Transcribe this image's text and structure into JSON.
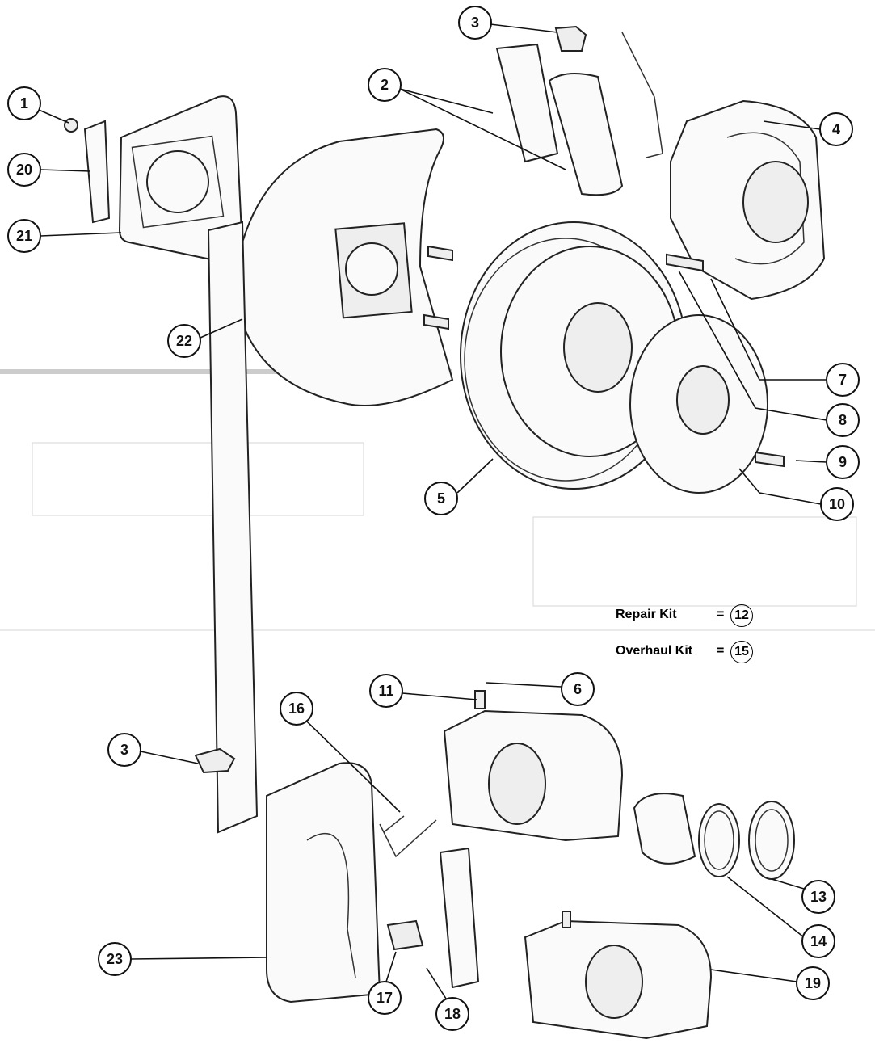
{
  "callouts": {
    "c1": "1",
    "c2": "2",
    "c3a": "3",
    "c4": "4",
    "c5": "5",
    "c6": "6",
    "c7": "7",
    "c8": "8",
    "c9": "9",
    "c10": "10",
    "c11": "11",
    "c13": "13",
    "c14": "14",
    "c16": "16",
    "c3b": "3",
    "c17": "17",
    "c18": "18",
    "c19": "19",
    "c20": "20",
    "c21": "21",
    "c22": "22",
    "c23": "23"
  },
  "kits": [
    {
      "label": "Repair Kit",
      "equals": "=",
      "number": "12"
    },
    {
      "label": "Overhaul Kit",
      "equals": "=",
      "number": "15"
    }
  ]
}
